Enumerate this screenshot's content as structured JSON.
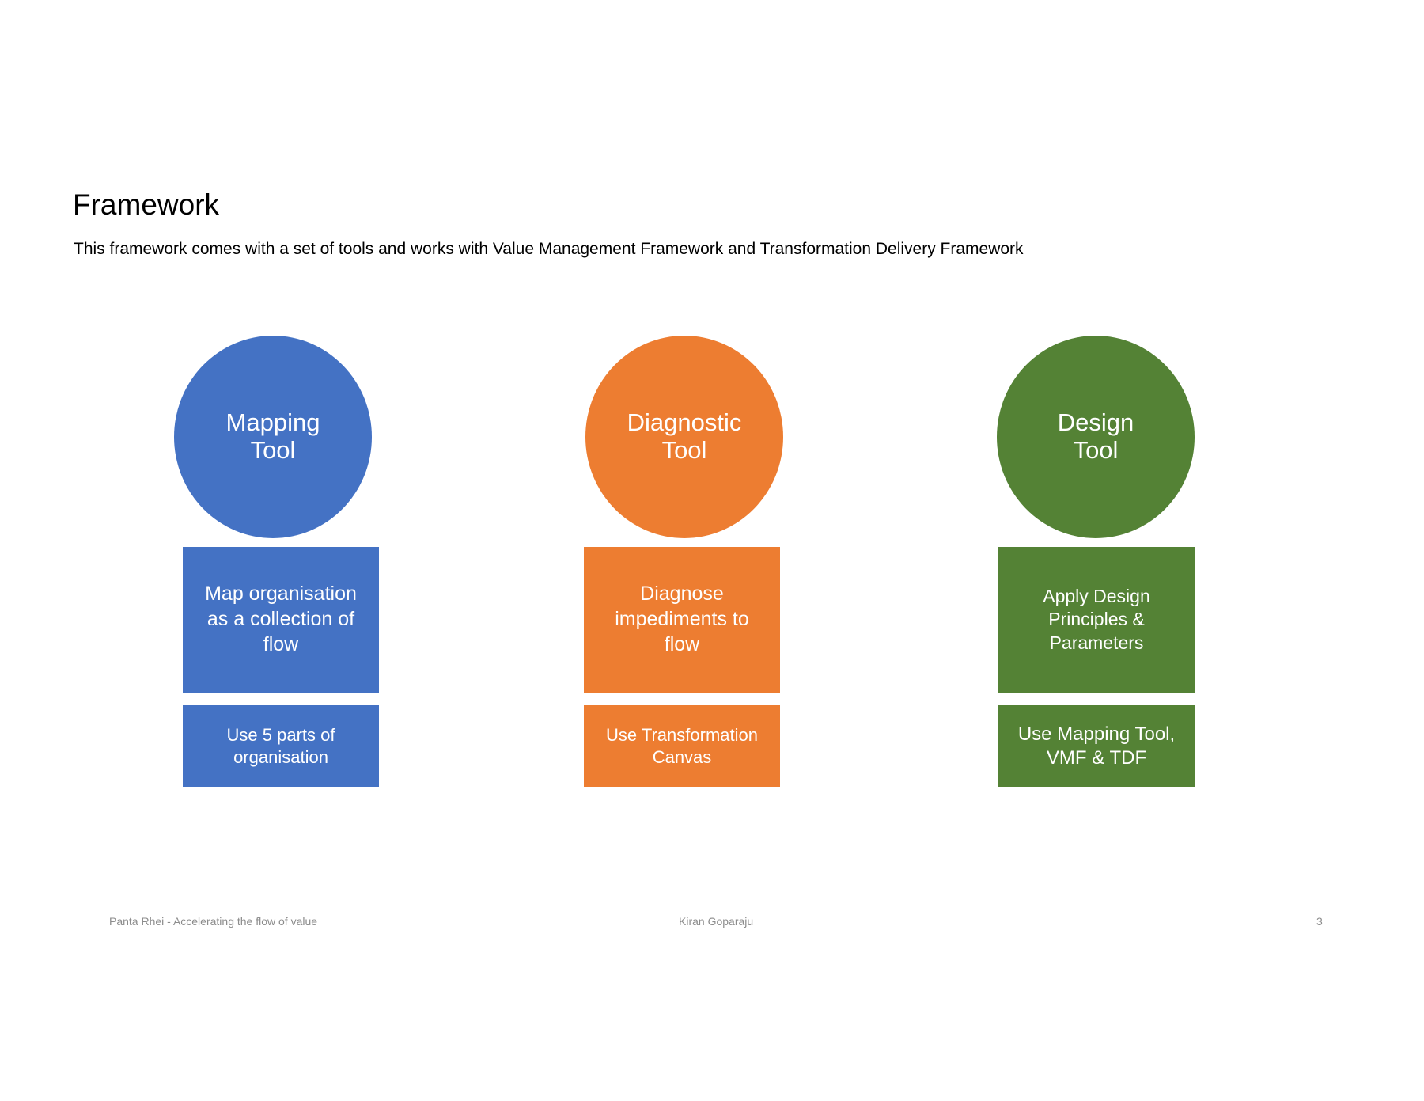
{
  "slide": {
    "title": "Framework",
    "subtitle": "This framework comes with a set of tools and works with Value Management Framework and Transformation Delivery Framework"
  },
  "tools": [
    {
      "circle_line1": "Mapping",
      "circle_line2": "Tool",
      "main_text": "Map organisation as a collection of flow",
      "sub_text": "Use 5 parts of organisation",
      "color": "#4472C4"
    },
    {
      "circle_line1": "Diagnostic",
      "circle_line2": "Tool",
      "main_text": "Diagnose impediments to flow",
      "sub_text": "Use Transformation Canvas",
      "color": "#ED7D31"
    },
    {
      "circle_line1": "Design",
      "circle_line2": "Tool",
      "main_text": "Apply Design Principles & Parameters",
      "sub_text": "Use Mapping Tool, VMF & TDF",
      "color": "#548235"
    }
  ],
  "footer": {
    "left": "Panta Rhei - Accelerating the flow of value",
    "center": "Kiran Goparaju",
    "page_number": "3"
  }
}
